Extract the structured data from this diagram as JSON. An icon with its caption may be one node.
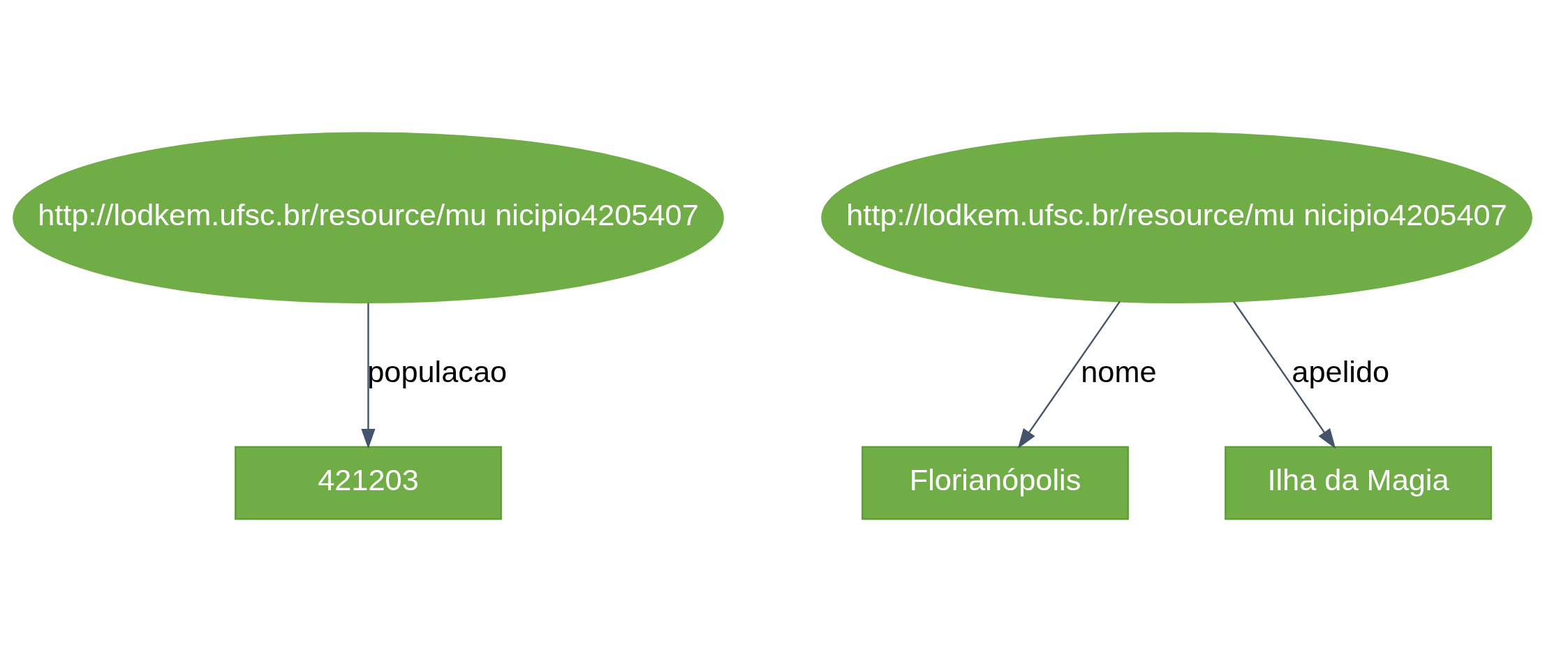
{
  "diagram": {
    "nodes": [
      {
        "text": [
          "http://lodkem.ufsc.br/resource/mu nicipio4205407"
        ]
      },
      {
        "text": [
          "421203"
        ]
      },
      {
        "text": [
          "http://lodkem.ufsc.br/resource/mu nicipio4205407"
        ]
      },
      {
        "text": [
          "Florianópolis"
        ]
      },
      {
        "text": [
          "Ilha da Magia"
        ]
      }
    ],
    "edges": [
      {
        "from": 0,
        "to": 1,
        "arrow": "to",
        "label": "populacao"
      },
      {
        "from": 2,
        "to": 3,
        "arrow": "to",
        "label": "nome"
      },
      {
        "from": 2,
        "to": 4,
        "arrow": "to",
        "label": "apelido"
      }
    ]
  }
}
